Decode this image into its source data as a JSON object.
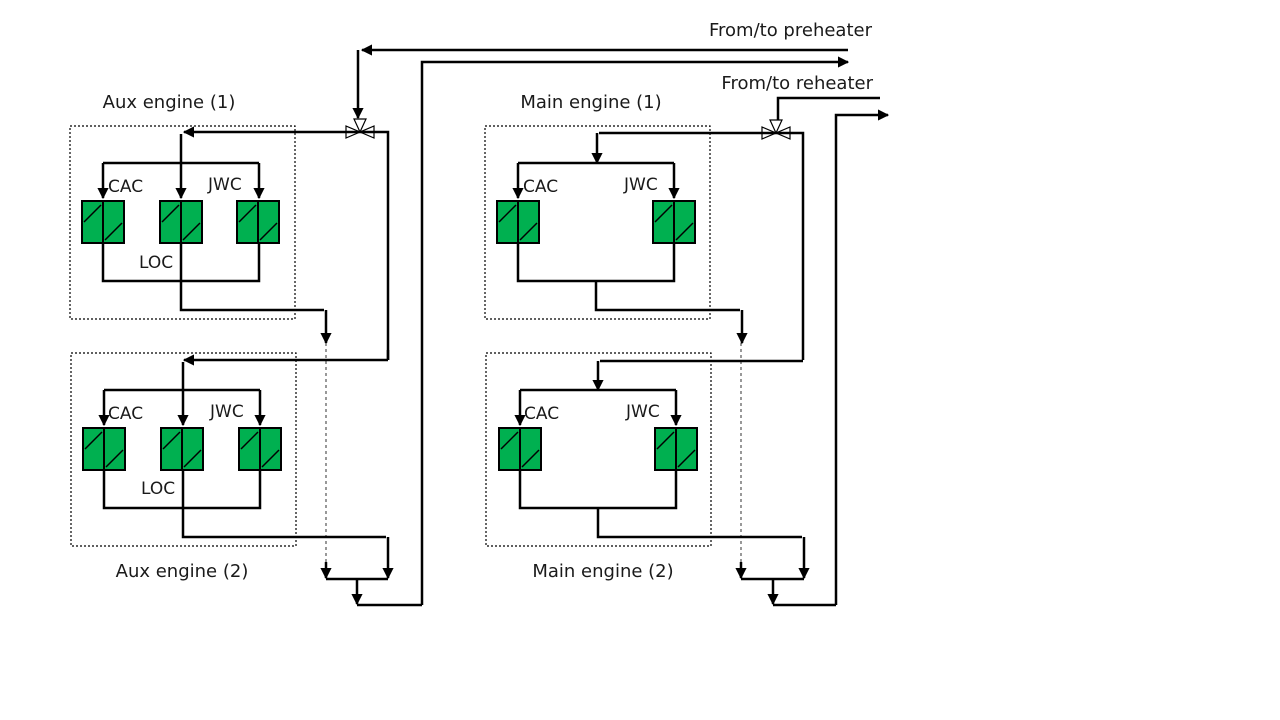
{
  "labels": {
    "preheater": "From/to preheater",
    "reheater": "From/to reheater"
  },
  "engines": {
    "aux1": {
      "title": "Aux engine (1)",
      "cac": "CAC",
      "jwc": "JWC",
      "loc": "LOC"
    },
    "aux2": {
      "title": "Aux engine (2)",
      "cac": "CAC",
      "jwc": "JWC",
      "loc": "LOC"
    },
    "main1": {
      "title": "Main engine (1)",
      "cac": "CAC",
      "jwc": "JWC"
    },
    "main2": {
      "title": "Main engine (2)",
      "cac": "CAC",
      "jwc": "JWC"
    }
  },
  "colors": {
    "exchanger_fill": "#00B050",
    "line": "#000000"
  }
}
